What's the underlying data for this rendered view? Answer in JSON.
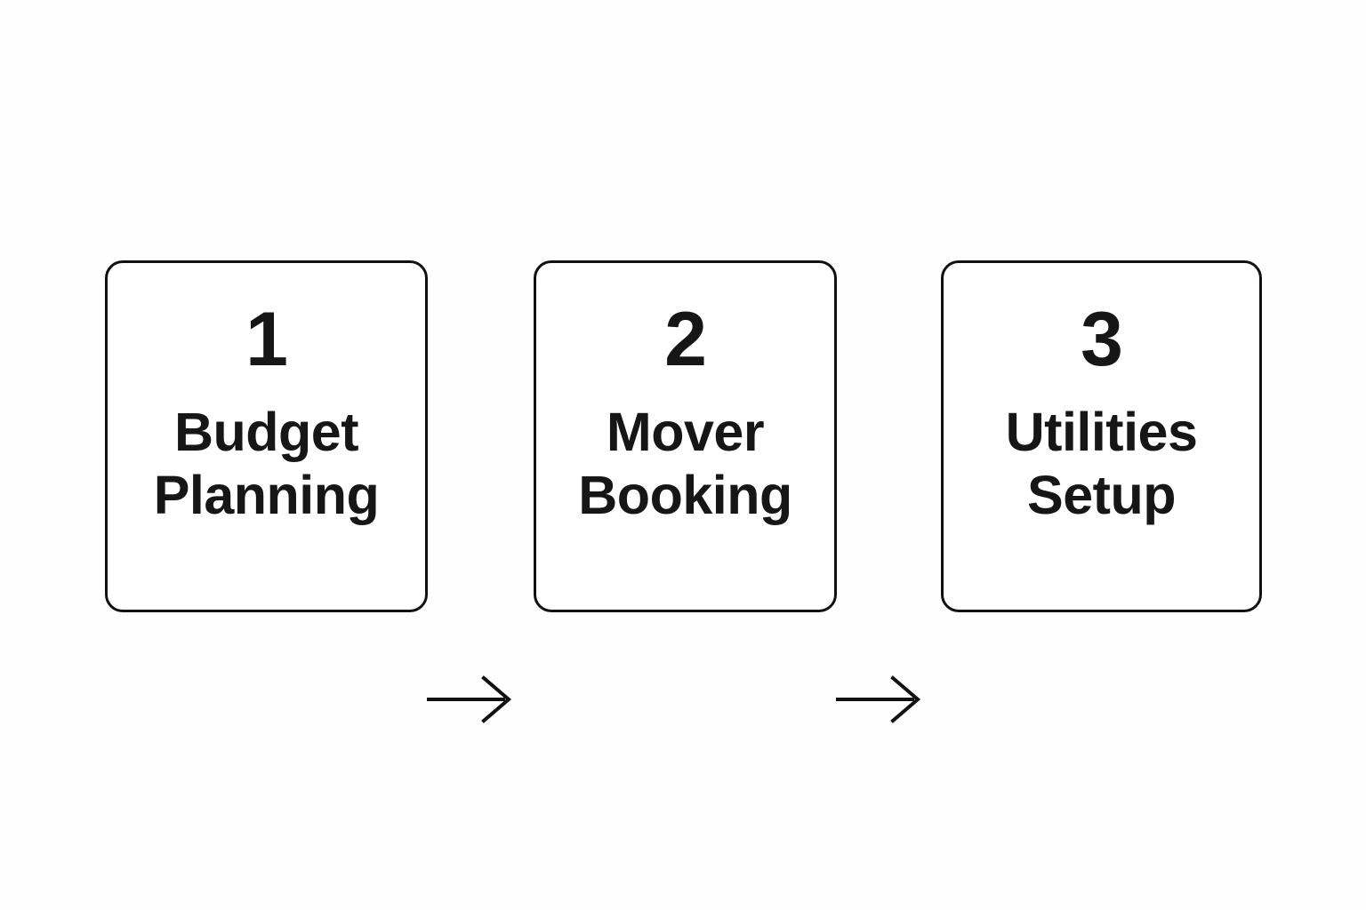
{
  "diagram": {
    "type": "horizontal-process-flow",
    "background_color": "#fefefe",
    "stroke_color": "#111111",
    "text_color": "#161616",
    "steps": [
      {
        "number": "1",
        "label": "Budget\nPlanning"
      },
      {
        "number": "2",
        "label": "Mover\nBooking"
      },
      {
        "number": "3",
        "label": "Utilities\nSetup"
      }
    ],
    "connectors": [
      {
        "from": "1",
        "to": "2",
        "style": "open-arrow-right"
      },
      {
        "from": "2",
        "to": "3",
        "style": "open-arrow-right"
      }
    ]
  }
}
